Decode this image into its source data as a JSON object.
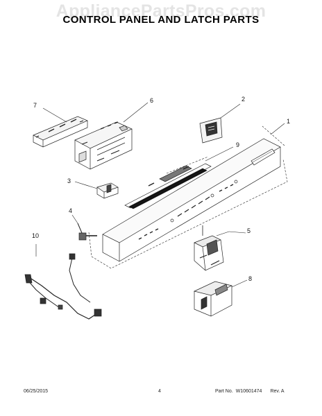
{
  "header": {
    "watermark": "AppliancePartsPros.com",
    "title": "CONTROL PANEL AND LATCH PARTS"
  },
  "callouts": {
    "c1": "1",
    "c2": "2",
    "c3": "3",
    "c4": "4",
    "c5": "5",
    "c6": "6",
    "c7": "7",
    "c8": "8",
    "c9": "9",
    "c10": "10"
  },
  "footer": {
    "date": "06/25/2015",
    "page": "4",
    "part_label": "Part No.",
    "part_number": "W10601474",
    "revision": "Rev. A"
  }
}
